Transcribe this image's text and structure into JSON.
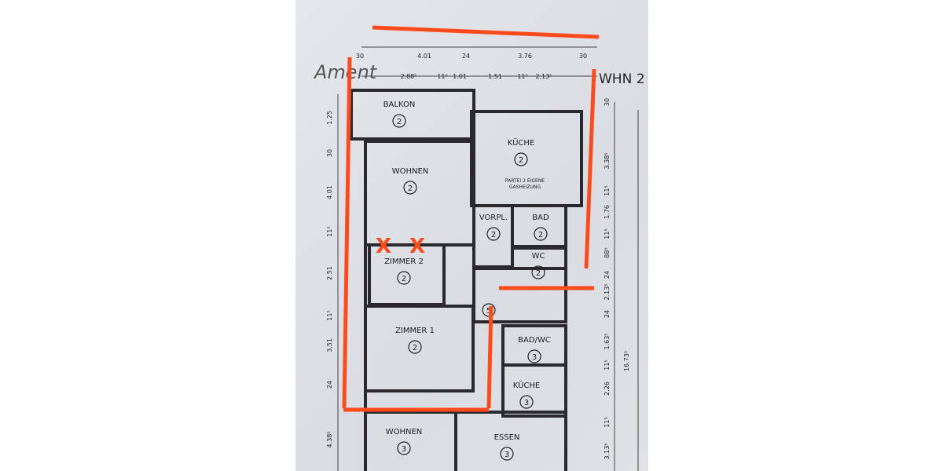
{
  "plan": {
    "title": "WHN 2",
    "signature": "Ament",
    "rooms": [
      {
        "name": "BALKON",
        "unit": "2"
      },
      {
        "name": "WOHNEN",
        "unit": "2"
      },
      {
        "name": "KÜCHE",
        "unit": "2"
      },
      {
        "name": "VORPL.",
        "unit": "2"
      },
      {
        "name": "BAD",
        "unit": "2"
      },
      {
        "name": "WC",
        "unit": "2"
      },
      {
        "name": "ZIMMER 2",
        "unit": "2"
      },
      {
        "name": "",
        "unit": "5"
      },
      {
        "name": "ZIMMER 1",
        "unit": "2"
      },
      {
        "name": "BAD/WC",
        "unit": "3"
      },
      {
        "name": "KÜCHE",
        "unit": "3"
      },
      {
        "name": "WOHNEN",
        "unit": "3"
      },
      {
        "name": "ESSEN",
        "unit": "3"
      }
    ],
    "note_line1": "PARTEI 2 EIGENE",
    "note_line2": "GASHEIZUNG",
    "dims_top_row1": [
      "30",
      "4.01",
      "24",
      "3.76",
      "30"
    ],
    "dims_top_row2": [
      "2.88⁵",
      "11⁵",
      "1.01",
      "1.51",
      "11⁵",
      "2.13⁵"
    ],
    "dims_left": [
      "1.25",
      "30",
      "4.01",
      "11⁵",
      "2.51",
      "11⁵",
      "3.51",
      "24",
      "4.38⁵"
    ],
    "dims_right": [
      "30",
      "3.38⁵",
      "11⁵",
      "1.76",
      "11⁵",
      "88⁵",
      "24",
      "2.13⁵",
      "24",
      "1.63⁵",
      "11⁵",
      "2.26",
      "11⁵",
      "3.13⁵"
    ],
    "dim_total": "16.73⁵",
    "markup_color": "#ff4a1c",
    "marks": [
      "X",
      "X"
    ]
  }
}
